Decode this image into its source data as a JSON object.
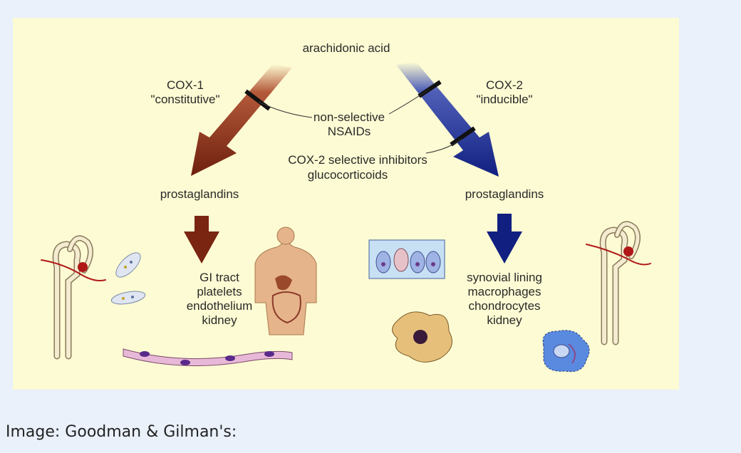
{
  "diagram": {
    "source": "arachidonic acid",
    "cox1": {
      "name": "COX-1",
      "note": "\"constitutive\"",
      "product": "prostaglandins",
      "targets": [
        "GI tract",
        "platelets",
        "endothelium",
        "kidney"
      ],
      "color": "#7a2412"
    },
    "cox2": {
      "name": "COX-2",
      "note": "\"inducible\"",
      "product": "prostaglandins",
      "targets": [
        "synovial lining",
        "macrophages",
        "chondrocytes",
        "kidney"
      ],
      "color": "#1a2a8a"
    },
    "inhibitors": {
      "nonselective": [
        "non-selective",
        "NSAIDs"
      ],
      "selective": [
        "COX-2 selective inhibitors",
        "glucocorticoids"
      ]
    }
  },
  "caption": "Image: Goodman & Gilman's:"
}
